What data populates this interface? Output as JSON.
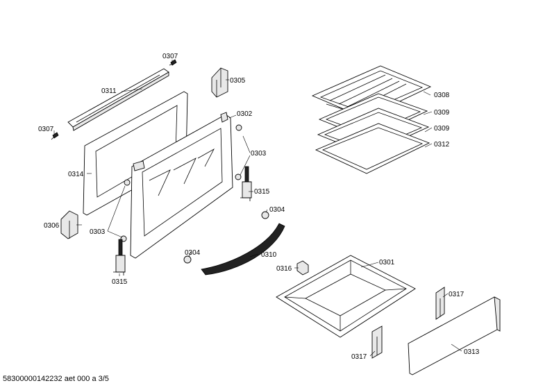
{
  "labels": {
    "p0307a": "0307",
    "p0311": "0311",
    "p0305": "0305",
    "p0307b": "0307",
    "p0302": "0302",
    "p0314": "0314",
    "p0303a": "0303",
    "p0315a": "0315",
    "p0304a": "0304",
    "p0306": "0306",
    "p0303b": "0303",
    "p0315b": "0315",
    "p0304b": "0304",
    "p0310": "0310",
    "p0308": "0308",
    "p0309a": "0309",
    "p0309b": "0309",
    "p0312": "0312",
    "p0316": "0316",
    "p0301": "0301",
    "p0317a": "0317",
    "p0317b": "0317",
    "p0313": "0313"
  },
  "footer": "58300000142232 aet 000 a 3/5"
}
